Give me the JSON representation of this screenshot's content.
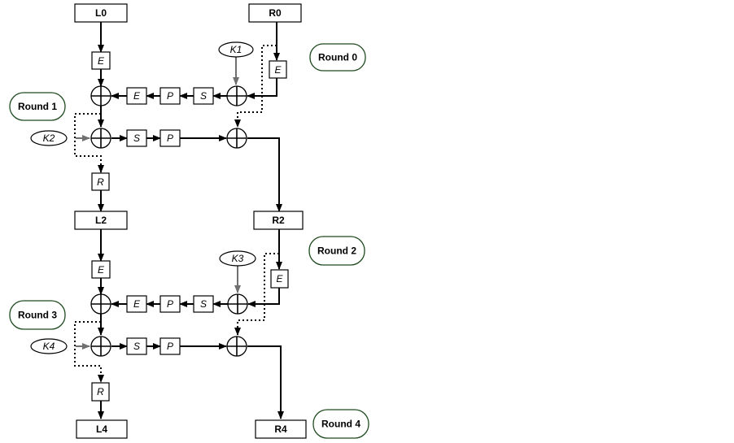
{
  "blocks": {
    "L0": "L0",
    "R0": "R0",
    "L2": "L2",
    "R2": "R2",
    "L4": "L4",
    "R4": "R4"
  },
  "ops": {
    "E": "E",
    "P": "P",
    "S": "S",
    "R": "R"
  },
  "keys": {
    "K1": "K1",
    "K2": "K2",
    "K3": "K3",
    "K4": "K4"
  },
  "rounds": {
    "r0": "Round 0",
    "r1": "Round 1",
    "r2": "Round 2",
    "r3": "Round 3",
    "r4": "Round 4"
  },
  "colors": {
    "line": "#000000",
    "key_arrow": "#707070",
    "round_border": "#1f4a1f"
  }
}
